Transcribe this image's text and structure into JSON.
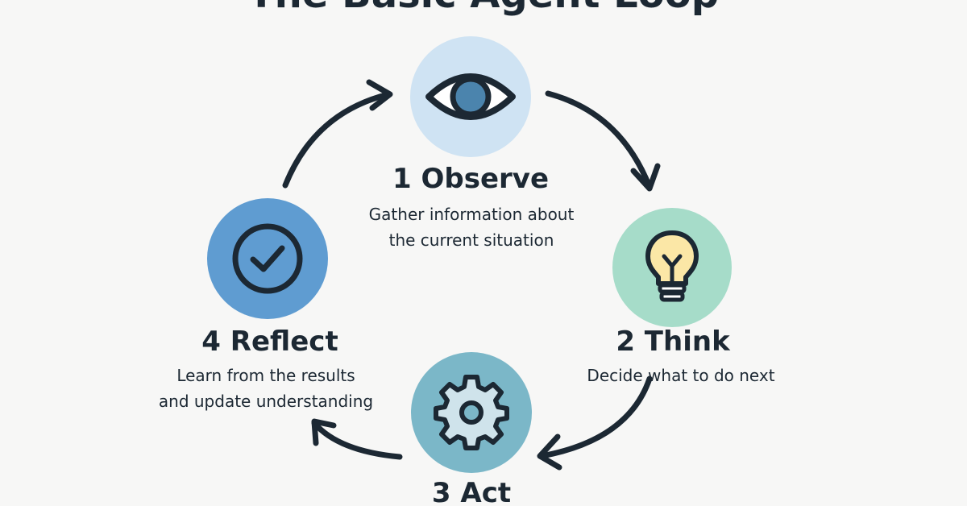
{
  "title": "The Basic Agent Loop",
  "colors": {
    "observe_fill": "#cfe3f3",
    "observe_icon": "#4b84ad",
    "think_fill": "#a6dcc9",
    "think_bulb": "#fbe7a6",
    "act_fill": "#7bb7c8",
    "act_gear": "#cfe3eb",
    "reflect_fill": "#5f9cd1",
    "ink": "#1c2833"
  },
  "steps": [
    {
      "key": "observe",
      "label": "1 Observe",
      "icon": "eye-icon",
      "description": [
        "Gather information about",
        "the current situation"
      ]
    },
    {
      "key": "think",
      "label": "2 Think",
      "icon": "lightbulb-icon",
      "description": [
        "Decide what to do next"
      ]
    },
    {
      "key": "act",
      "label": "3 Act",
      "icon": "gear-icon",
      "description": []
    },
    {
      "key": "reflect",
      "label": "4 Reflect",
      "icon": "check-circle-icon",
      "description": [
        "Learn from the results",
        "and update understanding"
      ]
    }
  ],
  "connections": [
    {
      "from": "observe",
      "to": "think"
    },
    {
      "from": "think",
      "to": "act"
    },
    {
      "from": "act",
      "to": "reflect"
    },
    {
      "from": "reflect",
      "to": "observe"
    }
  ]
}
